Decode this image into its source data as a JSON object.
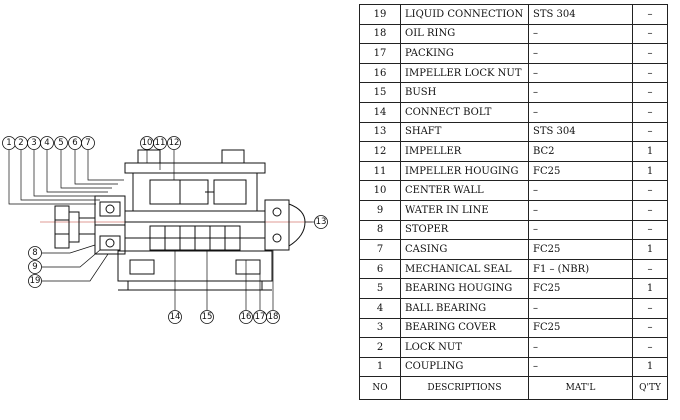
{
  "parts": [
    {
      "no": "19",
      "desc": "LIQUID CONNECTION",
      "mat": "STS 304",
      "qty": "–"
    },
    {
      "no": "18",
      "desc": "OIL RING",
      "mat": "–",
      "qty": "–"
    },
    {
      "no": "17",
      "desc": "PACKING",
      "mat": "–",
      "qty": "–"
    },
    {
      "no": "16",
      "desc": "IMPELLER LOCK NUT",
      "mat": "–",
      "qty": "–"
    },
    {
      "no": "15",
      "desc": "BUSH",
      "mat": "–",
      "qty": "–"
    },
    {
      "no": "14",
      "desc": "CONNECT BOLT",
      "mat": "–",
      "qty": "–"
    },
    {
      "no": "13",
      "desc": "SHAFT",
      "mat": "STS 304",
      "qty": "–"
    },
    {
      "no": "12",
      "desc": "IMPELLER",
      "mat": "BC2",
      "qty": "1"
    },
    {
      "no": "11",
      "desc": "IMPELLER HOUGING",
      "mat": "FC25",
      "qty": "1"
    },
    {
      "no": "10",
      "desc": "CENTER WALL",
      "mat": "–",
      "qty": "–"
    },
    {
      "no": "9",
      "desc": "WATER IN LINE",
      "mat": "–",
      "qty": "–"
    },
    {
      "no": "8",
      "desc": "STOPER",
      "mat": "–",
      "qty": "–"
    },
    {
      "no": "7",
      "desc": "CASING",
      "mat": "FC25",
      "qty": "1"
    },
    {
      "no": "6",
      "desc": "MECHANICAL SEAL",
      "mat": "F1 – (NBR)",
      "qty": "–"
    },
    {
      "no": "5",
      "desc": "BEARING HOUGING",
      "mat": "FC25",
      "qty": "1"
    },
    {
      "no": "4",
      "desc": "BALL BEARING",
      "mat": "–",
      "qty": "–"
    },
    {
      "no": "3",
      "desc": "BEARING COVER",
      "mat": "FC25",
      "qty": "–"
    },
    {
      "no": "2",
      "desc": "LOCK NUT",
      "mat": "–",
      "qty": "–"
    },
    {
      "no": "1",
      "desc": "COUPLING",
      "mat": "–",
      "qty": "1"
    }
  ],
  "header": {
    "no": "NO",
    "desc": "DESCRIPTIONS",
    "mat": "MAT'L",
    "qty": "Q'TY"
  },
  "callouts": {
    "c1": "1",
    "c2": "2",
    "c3": "3",
    "c4": "4",
    "c5": "5",
    "c6": "6",
    "c7": "7",
    "c8": "8",
    "c9": "9",
    "c10": "10",
    "c11": "11",
    "c12": "12",
    "c13": "13",
    "c14": "14",
    "c15": "15",
    "c16": "16",
    "c17": "17",
    "c18": "18",
    "c19": "19"
  }
}
